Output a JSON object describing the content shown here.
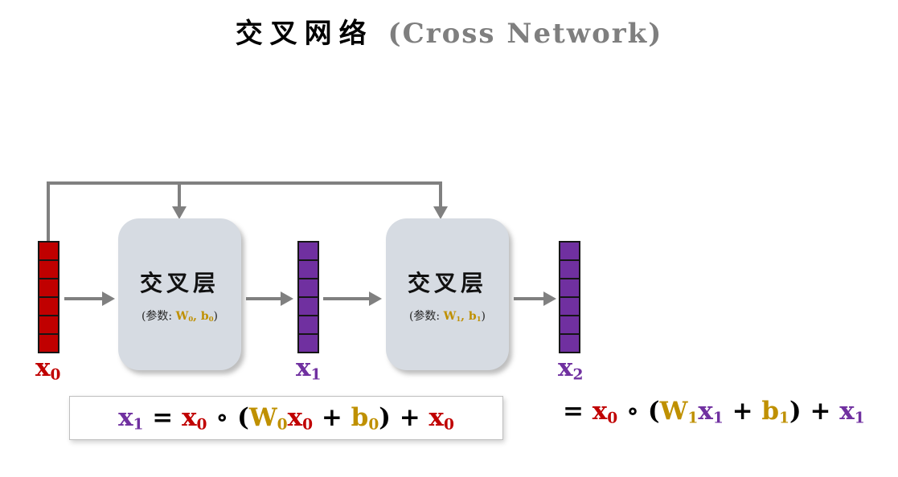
{
  "title": {
    "zh": "交叉网络",
    "en": "(Cross Network)"
  },
  "colors": {
    "red": "#c00000",
    "purple": "#7030a0",
    "gold": "#bf9000",
    "arrow_gray": "#808080",
    "layer_box_fill": "#d6dbe2",
    "title_gray": "#7f7f7f"
  },
  "diagram": {
    "vectors": {
      "x0": {
        "cells": 6,
        "color": "#c00000"
      },
      "x1": {
        "cells": 6,
        "color": "#7030a0"
      },
      "x2": {
        "cells": 6,
        "color": "#7030a0"
      }
    },
    "labels": {
      "x0": [
        {
          "t": "x",
          "c": "#c00000"
        },
        {
          "t": "0",
          "c": "#c00000",
          "sub": true
        }
      ],
      "x1": [
        {
          "t": "x",
          "c": "#7030a0"
        },
        {
          "t": "1",
          "c": "#7030a0",
          "sub": true
        }
      ],
      "x2": [
        {
          "t": "x",
          "c": "#7030a0"
        },
        {
          "t": "2",
          "c": "#7030a0",
          "sub": true
        }
      ]
    },
    "layers": [
      {
        "title": "交叉层",
        "params": [
          {
            "t": "(参数: ",
            "c": "#262626"
          },
          {
            "t": "W",
            "c": "#bf9000",
            "b": true
          },
          {
            "t": "0",
            "c": "#bf9000",
            "sub": true,
            "b": true
          },
          {
            "t": ", ",
            "c": "#bf9000",
            "b": true
          },
          {
            "t": "b",
            "c": "#bf9000",
            "b": true
          },
          {
            "t": "0",
            "c": "#bf9000",
            "sub": true,
            "b": true
          },
          {
            "t": ")",
            "c": "#262626"
          }
        ]
      },
      {
        "title": "交叉层",
        "params": [
          {
            "t": "(参数: ",
            "c": "#262626"
          },
          {
            "t": "W",
            "c": "#bf9000",
            "b": true
          },
          {
            "t": "1",
            "c": "#bf9000",
            "sub": true,
            "b": true
          },
          {
            "t": ", ",
            "c": "#bf9000",
            "b": true
          },
          {
            "t": "b",
            "c": "#bf9000",
            "b": true
          },
          {
            "t": "1",
            "c": "#bf9000",
            "sub": true,
            "b": true
          },
          {
            "t": ")",
            "c": "#262626"
          }
        ]
      }
    ]
  },
  "formulas": {
    "f1": [
      {
        "t": "x",
        "c": "#7030a0"
      },
      {
        "t": "1",
        "c": "#7030a0",
        "sub": true
      },
      {
        "t": " = ",
        "c": "#000000"
      },
      {
        "t": "x",
        "c": "#c00000"
      },
      {
        "t": "0",
        "c": "#c00000",
        "sub": true
      },
      {
        "t": " ∘ ",
        "c": "#000000"
      },
      {
        "t": "(",
        "c": "#000000"
      },
      {
        "t": "W",
        "c": "#bf9000"
      },
      {
        "t": "0",
        "c": "#bf9000",
        "sub": true
      },
      {
        "t": "x",
        "c": "#c00000"
      },
      {
        "t": "0",
        "c": "#c00000",
        "sub": true
      },
      {
        "t": " + ",
        "c": "#000000"
      },
      {
        "t": "b",
        "c": "#bf9000"
      },
      {
        "t": "0",
        "c": "#bf9000",
        "sub": true
      },
      {
        "t": ")",
        "c": "#000000"
      },
      {
        "t": " + ",
        "c": "#000000"
      },
      {
        "t": "x",
        "c": "#c00000"
      },
      {
        "t": "0",
        "c": "#c00000",
        "sub": true
      }
    ],
    "f2": [
      {
        "t": "= ",
        "c": "#000000"
      },
      {
        "t": "x",
        "c": "#c00000"
      },
      {
        "t": "0",
        "c": "#c00000",
        "sub": true
      },
      {
        "t": " ∘ ",
        "c": "#000000"
      },
      {
        "t": "(",
        "c": "#000000"
      },
      {
        "t": "W",
        "c": "#bf9000"
      },
      {
        "t": "1",
        "c": "#bf9000",
        "sub": true
      },
      {
        "t": "x",
        "c": "#7030a0"
      },
      {
        "t": "1",
        "c": "#7030a0",
        "sub": true
      },
      {
        "t": " + ",
        "c": "#000000"
      },
      {
        "t": "b",
        "c": "#bf9000"
      },
      {
        "t": "1",
        "c": "#bf9000",
        "sub": true
      },
      {
        "t": ")",
        "c": "#000000"
      },
      {
        "t": " + ",
        "c": "#000000"
      },
      {
        "t": "x",
        "c": "#7030a0"
      },
      {
        "t": "1",
        "c": "#7030a0",
        "sub": true
      }
    ]
  }
}
